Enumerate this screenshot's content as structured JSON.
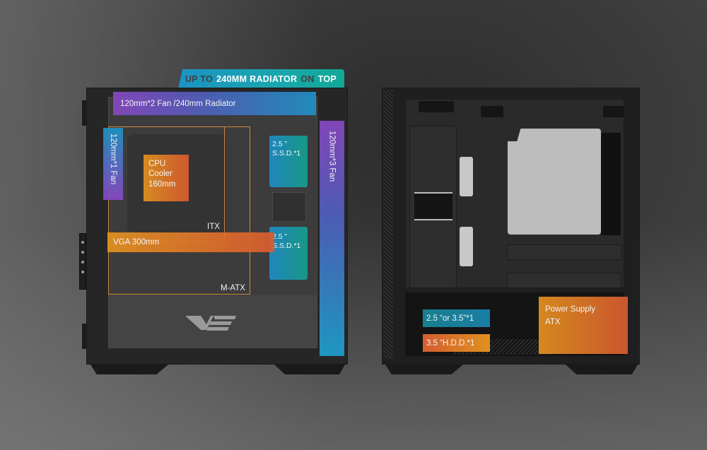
{
  "banner": {
    "parts": [
      {
        "text": "UP TO",
        "style": "dark"
      },
      {
        "text": "240MM RADIATOR",
        "style": "light"
      },
      {
        "text": "ON",
        "style": "dark"
      },
      {
        "text": "TOP",
        "style": "light"
      }
    ]
  },
  "left_view": {
    "top_mount": "120mm*2 Fan /240mm Radiator",
    "rear_fan": "120mm*1 Fan",
    "front_fan": "120mm*3 Fan",
    "cpu_cooler": [
      "CPU",
      "Cooler",
      "160mm"
    ],
    "gpu": "VGA 300mm",
    "ssd_top": [
      "2.5 ”",
      "S.S.D.*1"
    ],
    "ssd_bottom": [
      "2.5 ”",
      "S.S.D.*1"
    ],
    "board_itx": "ITX",
    "board_matx": "M-ATX",
    "brand_logo": "darkflash-logo"
  },
  "right_view": {
    "drive_bay_combo": "2.5 “or 3.5”*1",
    "drive_bay_hdd": "3.5 “H.D.D.*1",
    "psu": [
      "Power Supply",
      "ATX"
    ]
  },
  "colors": {
    "banner_start": "#1c93c4",
    "banner_end": "#12a996",
    "purple": "#8948c4",
    "blue": "#1e94c8",
    "orange": "#e4921f",
    "orange_red": "#da5c30",
    "teal": "#14a08c",
    "board_outline": "#d0873a"
  }
}
